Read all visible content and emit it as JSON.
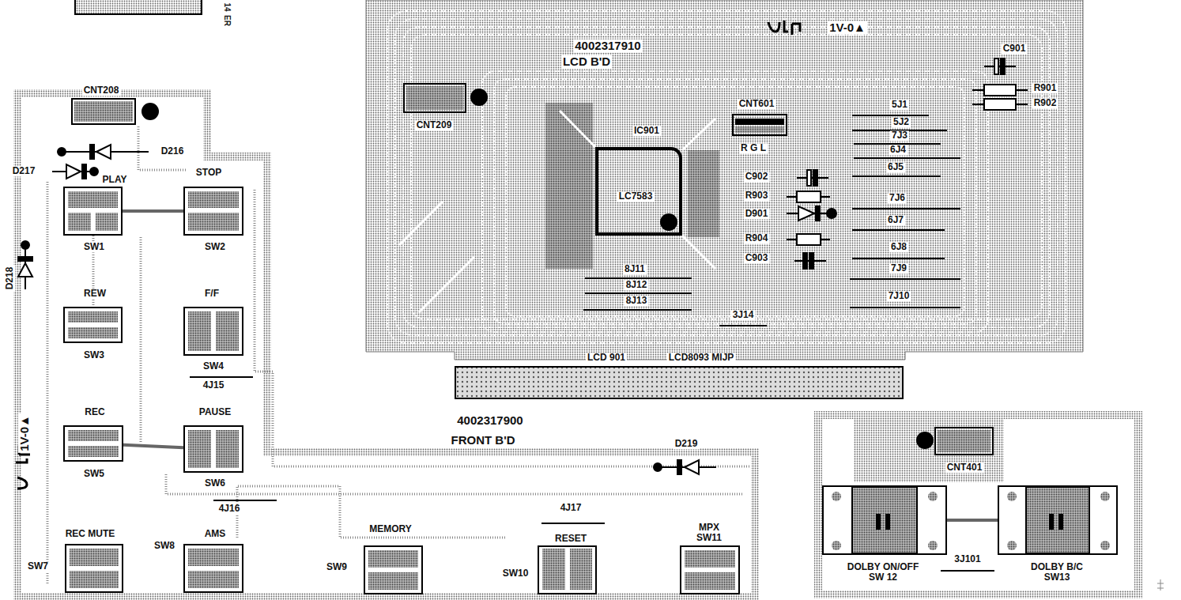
{
  "diagram": {
    "nodes": [
      {
        "text": [
          "CNT208"
        ]
      },
      {
        "text": [
          "PLAY",
          "SW1"
        ]
      },
      {
        "text": [
          "STOP",
          "SW2"
        ]
      },
      {
        "text": [
          "REW",
          "SW3"
        ]
      },
      {
        "text": [
          "F/F",
          "SW4"
        ]
      },
      {
        "text": [
          "REC",
          "SW5"
        ]
      },
      {
        "text": [
          "PAUSE",
          "SW6"
        ]
      },
      {
        "text": [
          "REC MUTE",
          "SW7"
        ]
      },
      {
        "text": [
          "AMS",
          "SW8"
        ]
      },
      {
        "text": [
          "MEMORY",
          "SW9"
        ]
      },
      {
        "text": [
          "RESET",
          "SW10"
        ]
      },
      {
        "text": [
          "MPX SW11"
        ]
      },
      {
        "text": [
          "CNT209"
        ]
      },
      {
        "text": [
          "IC901",
          "LC7583"
        ]
      },
      {
        "text": [
          "CNT601",
          "R G L"
        ]
      },
      {
        "text": [
          "LCD 901",
          "LCD8093 MIJP"
        ]
      },
      {
        "text": [
          "CNT401"
        ]
      },
      {
        "text": [
          "DOLBY ON/OFF SW 12"
        ]
      },
      {
        "text": [
          "DOLBY B/C SW13"
        ]
      }
    ],
    "edges": [
      {
        "from": 1,
        "to": 2,
        "arrow": "none"
      },
      {
        "from": 5,
        "to": 6,
        "arrow": "none"
      },
      {
        "from": 17,
        "to": 18,
        "arrow": "none"
      }
    ],
    "labels": [
      "14",
      "ER",
      "D216",
      "D217",
      "D218",
      "1V-0▲",
      "4002317910",
      "LCD B'D",
      "1V-0▲",
      "C901",
      "R901",
      "R902",
      "5J1",
      "5J2",
      "7J3",
      "6J4",
      "6J5",
      "C902",
      "R903",
      "7J6",
      "D901",
      "6J7",
      "R904",
      "6J8",
      "C903",
      "7J9",
      "7J10",
      "8J11",
      "8J12",
      "8J13",
      "3J14",
      "4J15",
      "4002317900",
      "FRONT B'D",
      "D219",
      "4J16",
      "4J17",
      "3J101"
    ]
  }
}
